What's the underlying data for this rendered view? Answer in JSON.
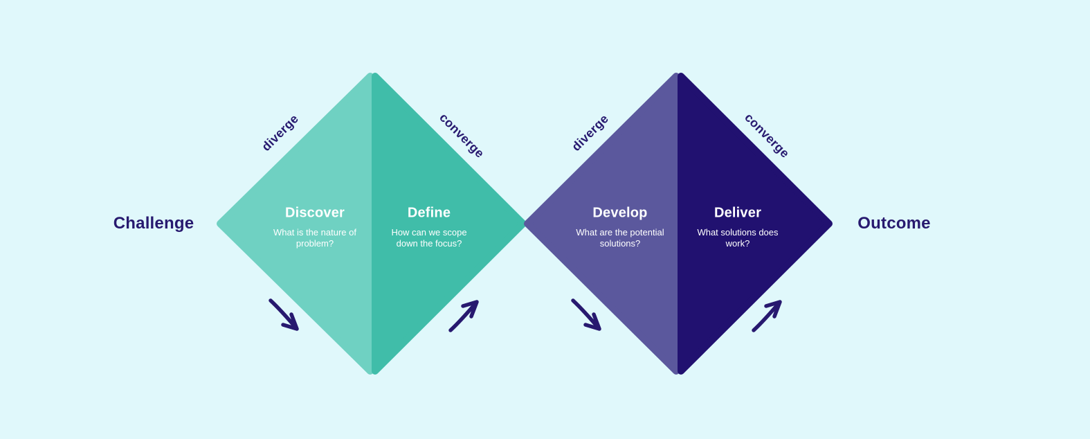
{
  "palette": {
    "background": "#e0f8fb",
    "teal_light": "#6fd1c2",
    "teal_dark": "#40bda9",
    "purple_mid": "#5b589d",
    "purple_dark": "#211170",
    "ink": "#27196f",
    "phase_text": "#ffffff"
  },
  "endpoints": {
    "start": "Challenge",
    "end": "Outcome"
  },
  "phases": [
    {
      "mode": "diverge",
      "title": "Discover",
      "description": "What is the nature of problem?"
    },
    {
      "mode": "converge",
      "title": "Define",
      "description": "How can we scope down the focus?"
    },
    {
      "mode": "diverge",
      "title": "Develop",
      "description": "What are the potential solutions?"
    },
    {
      "mode": "converge",
      "title": "Deliver",
      "description": "What solutions does work?"
    }
  ],
  "icons": {
    "diverge_arrow": "arrow-down-right",
    "converge_arrow": "arrow-up-right"
  }
}
